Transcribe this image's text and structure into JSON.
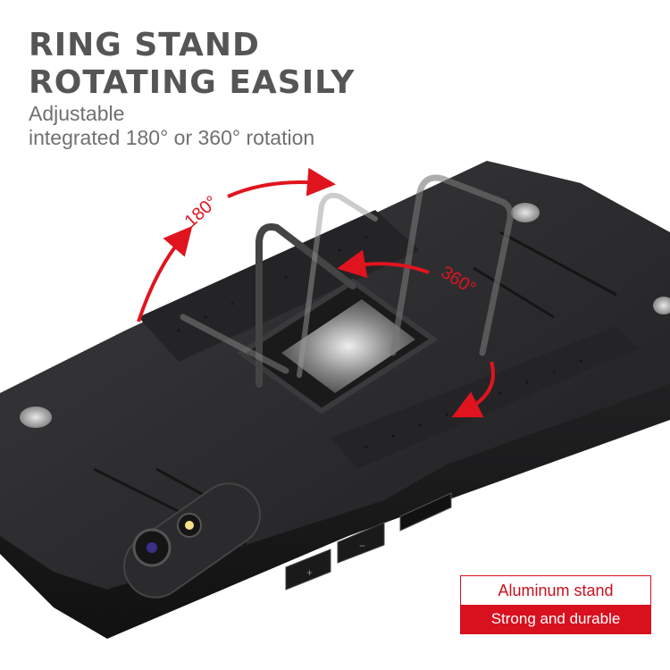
{
  "headline": {
    "line1": "RING STAND",
    "line2": "ROTATING EASILY"
  },
  "subline": {
    "line1": "Adjustable",
    "line2": "integrated 180° or 360° rotation"
  },
  "product_image": {
    "subject": "black rugged phone case with rotating square ring stand",
    "arrow_180_label": "180°",
    "arrow_360_label": "360°",
    "volume_up_symbol": "+",
    "volume_down_symbol": "−"
  },
  "badge": {
    "top_label": "Aluminum stand",
    "bottom_label": "Strong and durable"
  },
  "colors": {
    "heading": "#555555",
    "subtext": "#707070",
    "accent_red": "#d9101e",
    "case_black": "#2a2a2c"
  }
}
